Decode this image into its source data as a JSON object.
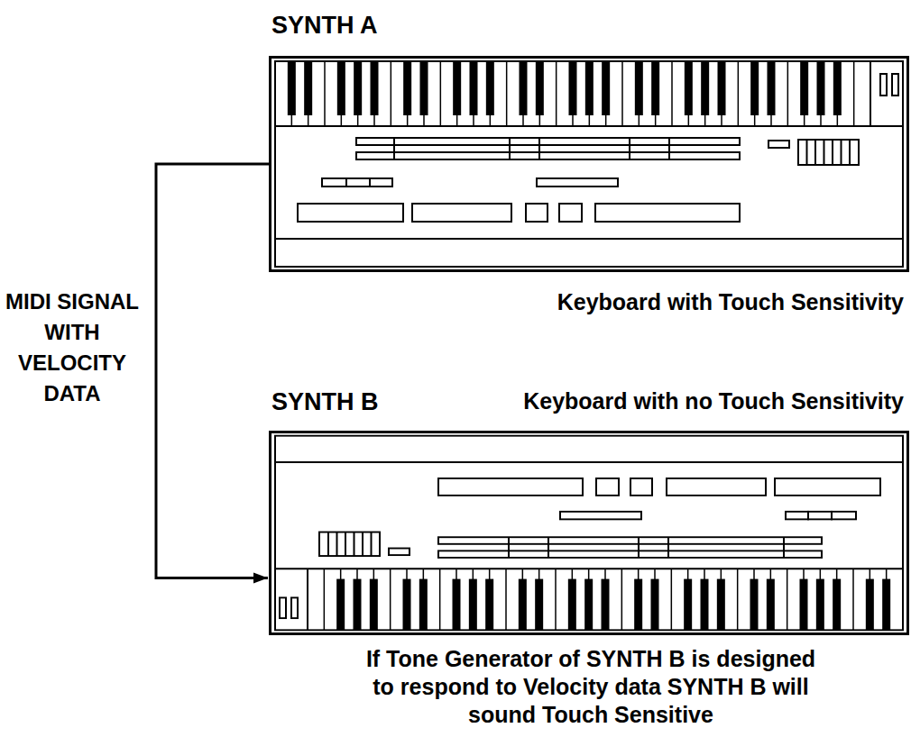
{
  "diagram": {
    "caption": "If Tone Generator of SYNTH B is designed to respond to Velocity data SYNTH B will sound Touch Sensitive",
    "nodes": [
      {
        "text": [
          "SYNTH A",
          "Keyboard with Touch Sensitivity"
        ]
      },
      {
        "text": [
          "SYNTH B",
          "Keyboard with no Touch Sensitivity"
        ]
      }
    ],
    "edges": [
      {
        "from": 0,
        "to": 1,
        "arrow": "to",
        "label": "MIDI SIGNAL WITH VELOCITY DATA"
      }
    ]
  }
}
